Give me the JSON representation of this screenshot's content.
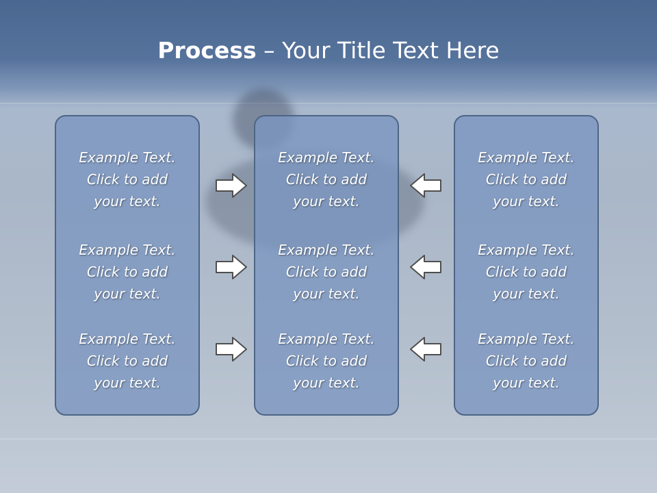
{
  "title": {
    "bold": "Process",
    "rest": " – Your Title Text Here"
  },
  "colors": {
    "panel_fill": "#7b96c0",
    "panel_border": "#4d6586",
    "arrow_fill": "#ffffff",
    "arrow_stroke": "#4e4e4e",
    "title_bar": "#4a6790"
  },
  "panels": [
    {
      "items": [
        {
          "line1": "Example Text.",
          "line2": "Click  to add",
          "line3": "your text."
        },
        {
          "line1": "Example Text.",
          "line2": "Click  to add",
          "line3": "your text."
        },
        {
          "line1": "Example Text.",
          "line2": "Click  to add",
          "line3": "your text."
        }
      ]
    },
    {
      "items": [
        {
          "line1": "Example Text.",
          "line2": "Click  to add",
          "line3": "your text."
        },
        {
          "line1": "Example Text.",
          "line2": "Click  to add",
          "line3": "your text."
        },
        {
          "line1": "Example Text.",
          "line2": "Click  to add",
          "line3": "your text."
        }
      ]
    },
    {
      "items": [
        {
          "line1": "Example Text.",
          "line2": "Click  to add",
          "line3": "your text."
        },
        {
          "line1": "Example Text.",
          "line2": "Click  to add",
          "line3": "your text."
        },
        {
          "line1": "Example Text.",
          "line2": "Click  to add",
          "line3": "your text."
        }
      ]
    }
  ],
  "arrows": {
    "left_to_center": "right-arrow-icon",
    "right_to_center": "left-arrow-icon"
  }
}
